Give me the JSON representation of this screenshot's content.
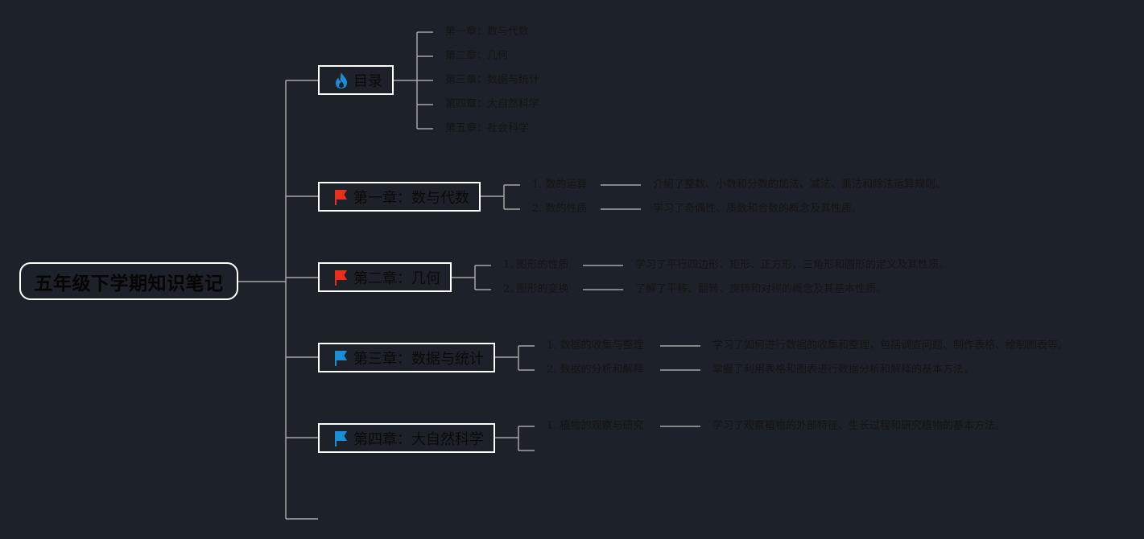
{
  "root": {
    "title": "五年级下学期知识笔记"
  },
  "toc": {
    "label": "目录",
    "icon": "fire-icon",
    "items": [
      "第一章：数与代数",
      "第二章：几何",
      "第三章：数据与统计",
      "第四章：大自然科学",
      "第五章：社会科学"
    ]
  },
  "chapters": [
    {
      "label": "第一章：数与代数",
      "icon": "red-flag-icon",
      "topics": [
        {
          "title": "1. 数的运算",
          "note": "介绍了整数、小数和分数的加法、减法、乘法和除法运算规则。"
        },
        {
          "title": "2. 数的性质",
          "note": "学习了奇偶性、质数和合数的概念及其性质。"
        }
      ]
    },
    {
      "label": "第二章：几何",
      "icon": "red-flag-icon",
      "topics": [
        {
          "title": "1. 图形的性质",
          "note": "学习了平行四边形、矩形、正方形、三角形和圆形的定义及其性质。"
        },
        {
          "title": "2. 图形的变换",
          "note": "了解了平移、翻转、旋转和对称的概念及其基本性质。"
        }
      ]
    },
    {
      "label": "第三章：数据与统计",
      "icon": "blue-flag-icon",
      "topics": [
        {
          "title": "1. 数据的收集与整理",
          "note": "学习了如何进行数据的收集和整理，包括调查问题、制作表格、绘制图表等。"
        },
        {
          "title": "2. 数据的分析和解释",
          "note": "掌握了利用表格和图表进行数据分析和解释的基本方法。"
        }
      ]
    },
    {
      "label": "第四章：大自然科学",
      "icon": "blue-flag-icon",
      "topics": [
        {
          "title": "1. 植物的观察与研究",
          "note": "学习了观察植物的外部特征、生长过程和研究植物的基本方法。"
        }
      ]
    }
  ],
  "colors": {
    "background": "#1d2129",
    "line": "#a6a6a6",
    "border": "#ffffff",
    "flag_red": "#e8301c",
    "flag_blue": "#1a8fd8",
    "fire": "#1a8fd8"
  }
}
